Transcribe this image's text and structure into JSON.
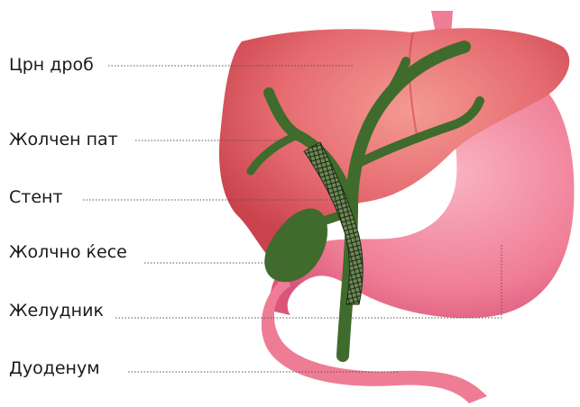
{
  "labels": {
    "liver": "Црн дроб",
    "bile_duct": "Жолчен пат",
    "stent": "Стент",
    "gallbladder": "Жолчно ќесе",
    "stomach": "Желудник",
    "duodenum": "Дуоденум"
  },
  "colors": {
    "liver_fill": "#e0606a",
    "liver_light": "#f08a86",
    "stomach_fill": "#ef7c95",
    "stomach_light": "#f8a4b6",
    "duct_green": "#3f6b2c",
    "stent_mesh": "#1e2a18",
    "leader_line": "#555555"
  }
}
